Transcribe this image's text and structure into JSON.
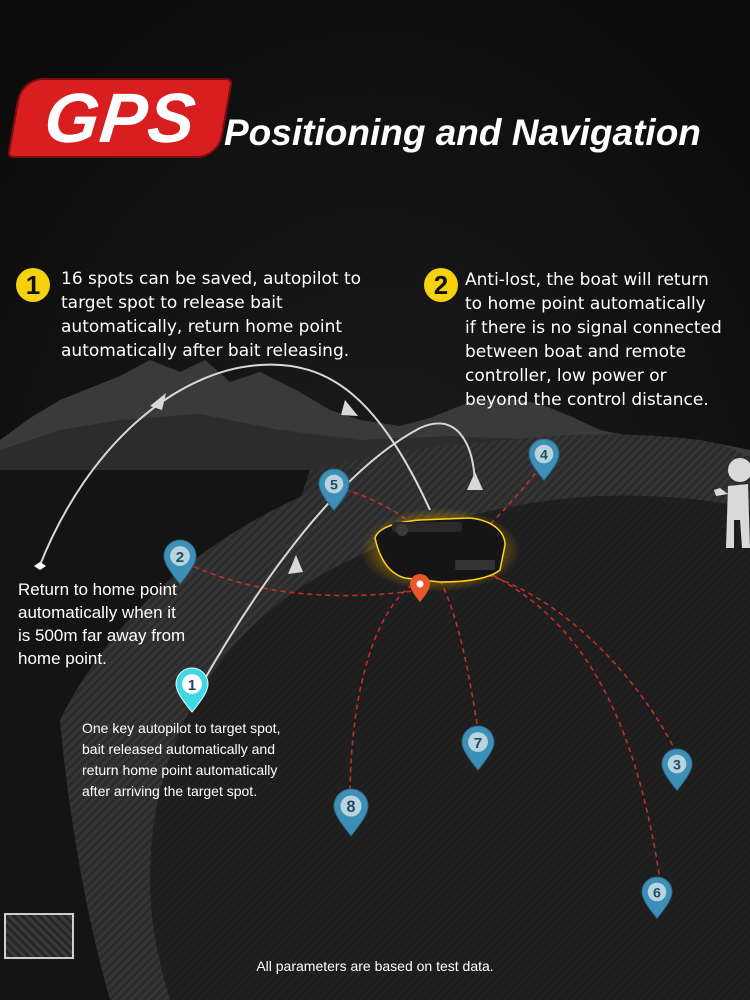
{
  "header": {
    "badge": "GPS",
    "title": "Positioning and Navigation"
  },
  "features": [
    {
      "number": "1",
      "text": "16 spots can be saved, autopilot to\ntarget spot to release bait\nautomatically, return home point\nautomatically after bait releasing."
    },
    {
      "number": "2",
      "text": "Anti-lost, the boat will return\nto home point automatically\nif there is no signal connected\nbetween boat and remote\ncontroller, low power or\nbeyond the control distance."
    }
  ],
  "notes": {
    "return_home": "Return to home point\nautomatically when it\nis 500m far away from\nhome point.",
    "one_key": "One key autopilot to target spot,\nbait released automatically and\nreturn home point automatically\n after arriving the target spot."
  },
  "spots": [
    "1",
    "2",
    "3",
    "4",
    "5",
    "6",
    "7",
    "8"
  ],
  "footer": "All parameters are based on test data.",
  "colors": {
    "badge_red": "#d81e1e",
    "number_yellow": "#f5d20b",
    "pin_blue": "#3d8fb8",
    "pin_cyan": "#3fd6e6",
    "home_pin_orange": "#e8562a",
    "route_red": "#c0302a",
    "boat_glow": "#f2c40c"
  },
  "icons": [
    "map-pin-icon",
    "boat-icon",
    "person-icon",
    "home-pin-icon"
  ]
}
